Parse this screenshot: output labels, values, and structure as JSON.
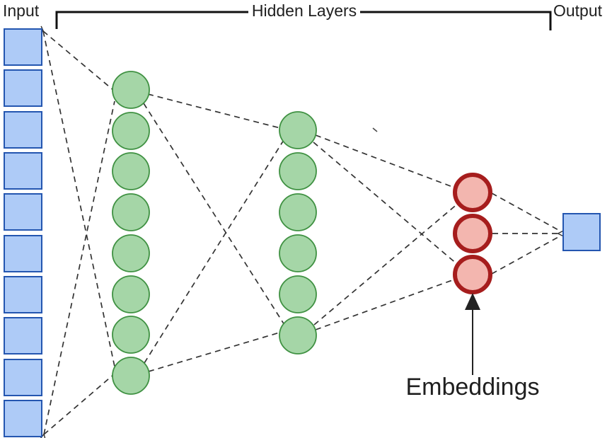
{
  "page": {
    "background": "#ffffff"
  },
  "diagram": {
    "type": "neural-network-autoencoder",
    "labels": {
      "input": "Input",
      "hidden_layers": "Hidden Layers",
      "output": "Output",
      "embeddings": "Embeddings"
    },
    "layers": [
      {
        "id": "input",
        "node_shape": "square",
        "node_count": 10,
        "fill": "#aecbf7",
        "border": "#2456b0",
        "border_width": 2
      },
      {
        "id": "hidden-1",
        "node_shape": "circle",
        "node_count": 8,
        "fill": "#a5d6a7",
        "border": "#3f9142",
        "border_width": 1.8
      },
      {
        "id": "hidden-2",
        "node_shape": "circle",
        "node_count": 6,
        "fill": "#a5d6a7",
        "border": "#3f9142",
        "border_width": 1.8
      },
      {
        "id": "embeddings",
        "node_shape": "circle",
        "node_count": 3,
        "fill": "#f3b6af",
        "border": "#a61d1d",
        "border_width": 6
      },
      {
        "id": "output",
        "node_shape": "square",
        "node_count": 1,
        "fill": "#aecbf7",
        "border": "#2456b0",
        "border_width": 2
      }
    ],
    "connections": [
      {
        "from": "input:top",
        "to": "hidden-1:1"
      },
      {
        "from": "input:top",
        "to": "hidden-1:8"
      },
      {
        "from": "input:bottom",
        "to": "hidden-1:1"
      },
      {
        "from": "input:bottom",
        "to": "hidden-1:8"
      },
      {
        "from": "hidden-1:1",
        "to": "hidden-2:1"
      },
      {
        "from": "hidden-1:1",
        "to": "hidden-2:6"
      },
      {
        "from": "hidden-1:8",
        "to": "hidden-2:1"
      },
      {
        "from": "hidden-1:8",
        "to": "hidden-2:6"
      },
      {
        "from": "hidden-2:1",
        "to": "embeddings:1"
      },
      {
        "from": "hidden-2:1",
        "to": "embeddings:3"
      },
      {
        "from": "hidden-2:6",
        "to": "embeddings:1"
      },
      {
        "from": "hidden-2:6",
        "to": "embeddings:3"
      },
      {
        "from": "embeddings:1",
        "to": "output:1"
      },
      {
        "from": "embeddings:2",
        "to": "output:1"
      },
      {
        "from": "embeddings:3",
        "to": "output:1"
      }
    ],
    "line_style": {
      "color": "#333333",
      "dash": "8 6",
      "width": 1.7
    },
    "colors": {
      "connection_line": "#333333",
      "bracket": "#111111",
      "text": "#1f1f1f",
      "arrow": "#222222"
    }
  }
}
